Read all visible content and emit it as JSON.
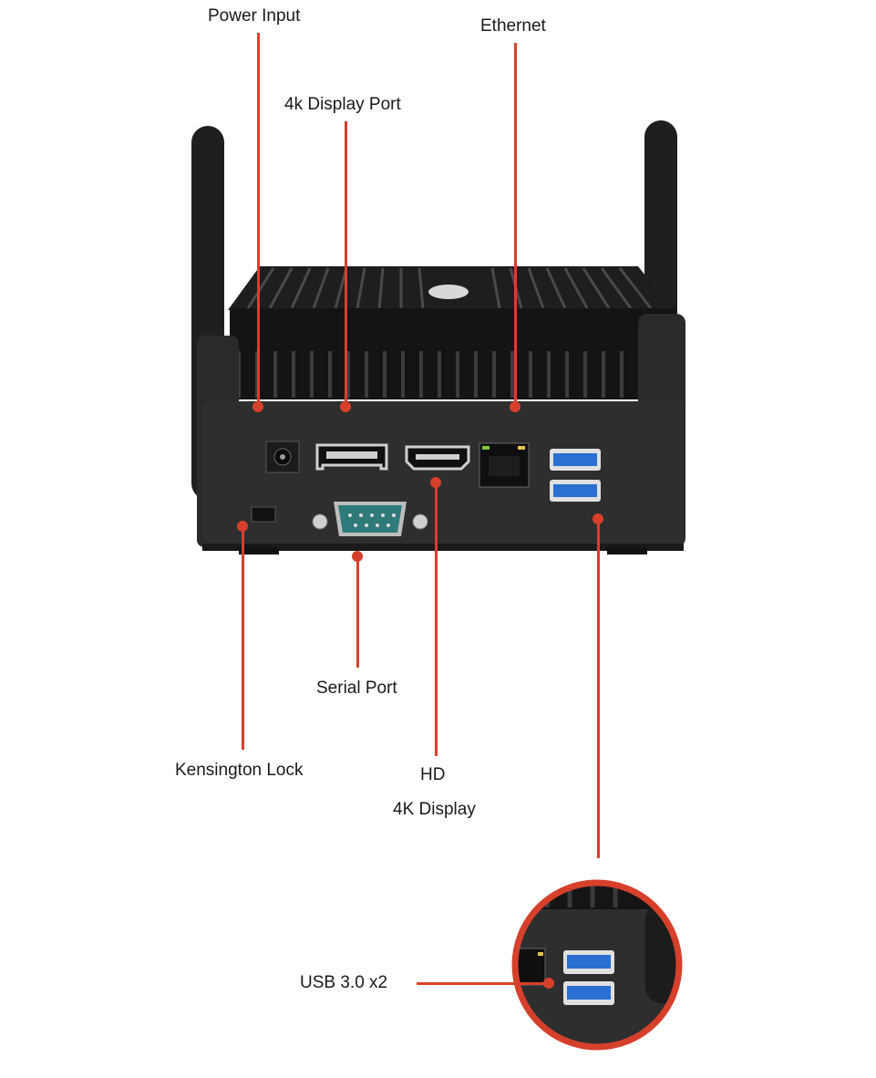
{
  "labels": {
    "power_input": "Power Input",
    "display_port": "4k Display Port",
    "ethernet": "Ethernet",
    "serial_port": "Serial Port",
    "kensington_lock": "Kensington Lock",
    "hd": "HD",
    "display_4k": "4K Display",
    "usb": "USB 3.0 x2"
  },
  "colors": {
    "callout": "#d6402b",
    "device_body": "#2b2b2b",
    "usb_port": "#2a6fd1",
    "serial_port": "#2f7a7a"
  }
}
